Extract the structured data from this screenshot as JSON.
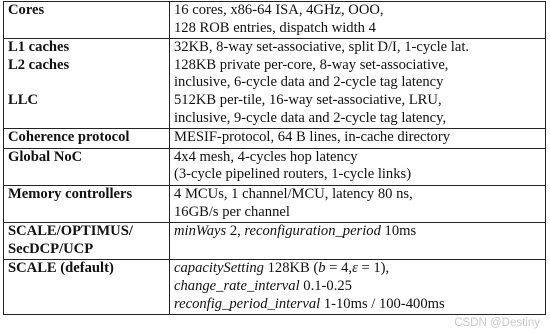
{
  "rows": {
    "cores": {
      "label": "Cores",
      "lines": [
        "16 cores, x86-64 ISA, 4GHz, OOO,",
        "128 ROB entries, dispatch width 4"
      ]
    },
    "caches": {
      "labels": [
        "L1 caches",
        "L2 caches",
        "LLC"
      ],
      "lines": [
        "32KB, 8-way set-associative, split D/I, 1-cycle lat.",
        "128KB private per-core, 8-way set-associative,",
        "inclusive, 6-cycle data and 2-cycle tag latency",
        "512KB per-tile, 16-way set-associative, LRU,",
        "inclusive, 9-cycle data and 2-cycle tag latency,"
      ]
    },
    "coherence": {
      "label": "Coherence protocol",
      "lines": [
        "MESIF-protocol, 64 B lines, in-cache directory"
      ]
    },
    "noc": {
      "label": "Global NoC",
      "lines": [
        "4x4 mesh, 4-cycles hop latency",
        "(3-cycle pipelined routers, 1-cycle links)"
      ]
    },
    "memory": {
      "label": "Memory controllers",
      "lines": [
        "4 MCUs, 1 channel/MCU, latency 80 ns,",
        "16GB/s per channel"
      ]
    },
    "scale_group": {
      "labels": [
        "SCALE/OPTIMUS/",
        "SecDCP/UCP"
      ],
      "param1": "minWays",
      "value1": " 2, ",
      "param2": "reconfiguration_period",
      "value2": " 10ms"
    },
    "scale_default": {
      "label": "SCALE (default)",
      "line1_param": "capacitySetting",
      "line1_value_pre": " 128KB (",
      "line1_b": "b",
      "line1_mid": " = 4,",
      "line1_eps": "ε",
      "line1_post": " = 1),",
      "line2_param": "change_rate_interval",
      "line2_value": " 0.1-0.25",
      "line3_param": "reconfig_period_interval",
      "line3_value": " 1-10ms / 100-400ms"
    }
  },
  "watermark": "CSDN @Destiny"
}
